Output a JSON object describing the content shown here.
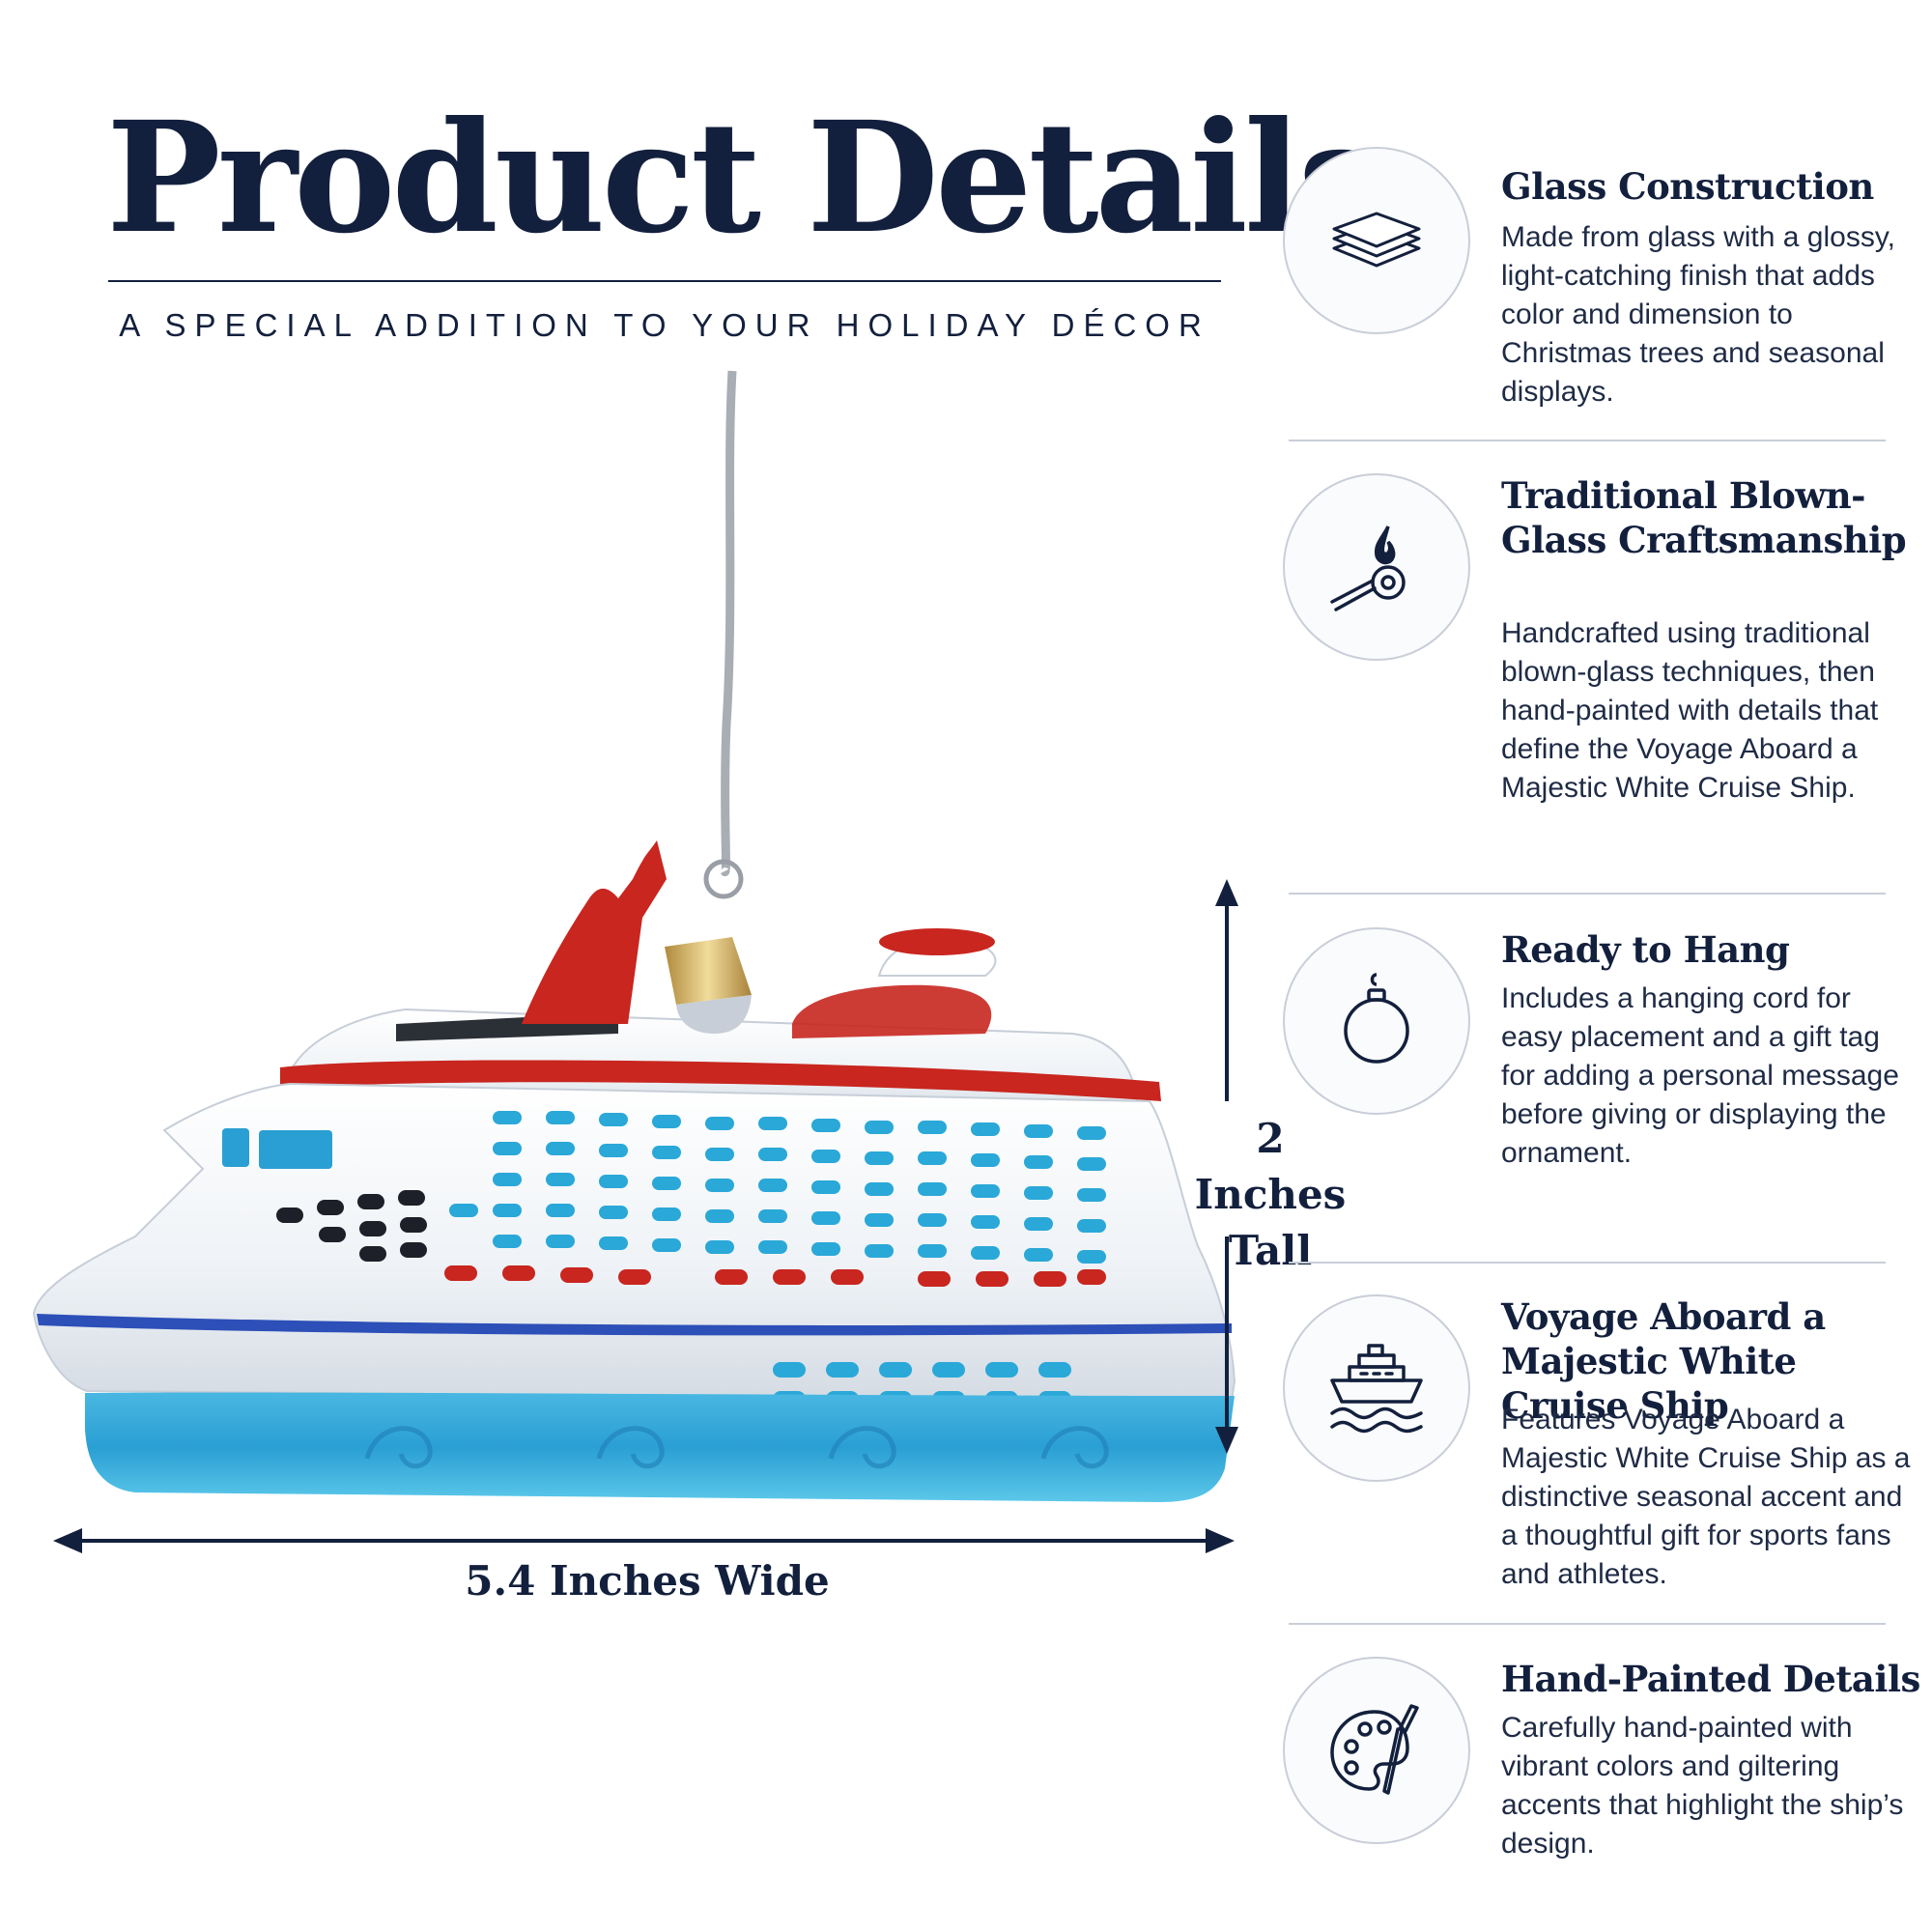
{
  "header": {
    "title": "Product Details",
    "subtitle": "A SPECIAL ADDITION TO YOUR HOLIDAY DÉCOR"
  },
  "dimensions": {
    "height_line1": "2 Inches",
    "height_line2": "Tall",
    "width": "5.4 Inches Wide"
  },
  "features": [
    {
      "icon": "layers-icon",
      "title": "Glass Construction",
      "description": "Made from glass with a glossy, light-catching finish that adds color and dimension to Christmas trees and seasonal displays."
    },
    {
      "icon": "glassblowing-icon",
      "title": "Traditional Blown-Glass Craftsmanship",
      "description": "Handcrafted using traditional blown-glass techniques, then hand-painted with details that define the Voyage Aboard a Majestic White Cruise Ship."
    },
    {
      "icon": "ornament-icon",
      "title": "Ready to Hang",
      "description": "Includes a hanging cord for easy placement and a gift tag for adding a personal message before giving or displaying the ornament."
    },
    {
      "icon": "cruise-ship-icon",
      "title": "Voyage Aboard a Majestic White Cruise Ship",
      "description": "Features Voyage Aboard a Majestic White Cruise Ship as a distinctive seasonal accent and a thoughtful gift for sports fans and athletes."
    },
    {
      "icon": "palette-icon",
      "title": "Hand-Painted Details",
      "description": "Carefully hand-painted with vibrant colors and giltering accents that highlight the ship’s design."
    }
  ],
  "colors": {
    "navy": "#13203d",
    "hull_blue": "#2aa8d8",
    "accent_red": "#c8261f"
  }
}
